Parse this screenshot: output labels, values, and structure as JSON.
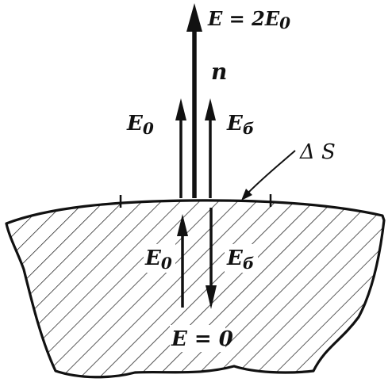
{
  "labels": {
    "e_total": "E = 2E",
    "e_total_sub": "0",
    "normal": "n",
    "e0_above": "E",
    "e0_above_sub": "0",
    "eb_above": "E",
    "eb_above_sub": "б",
    "delta_s": "Δ S",
    "e0_below": "E",
    "e0_below_sub": "0",
    "eb_below": "E",
    "eb_below_sub": "б",
    "e_zero": "E = 0"
  },
  "colors": {
    "ink": "#111111",
    "background": "#ffffff"
  }
}
